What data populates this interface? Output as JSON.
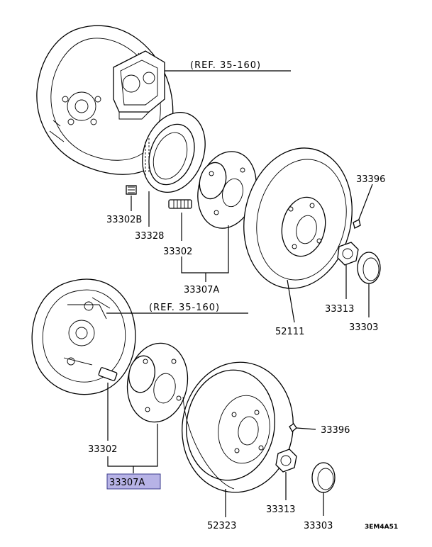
{
  "diagram": {
    "references": {
      "upper": "(REF. 35-160)",
      "lower": "(REF. 35-160)"
    },
    "parts": {
      "p33302B": "33302B",
      "p33328": "33328",
      "p33302_upper": "33302",
      "p33307A_upper": "33307A",
      "p33396_upper": "33396",
      "p33313_upper": "33313",
      "p33303_upper": "33303",
      "p52111": "52111",
      "p33302_lower": "33302",
      "p33307A_lower": "33307A",
      "p52323": "52323",
      "p33396_lower": "33396",
      "p33313_lower": "33313",
      "p33303_lower": "33303"
    },
    "highlighted_part": "33307A",
    "highlight_color": "#b7b3e6",
    "diagram_code": "3EM4A51"
  }
}
